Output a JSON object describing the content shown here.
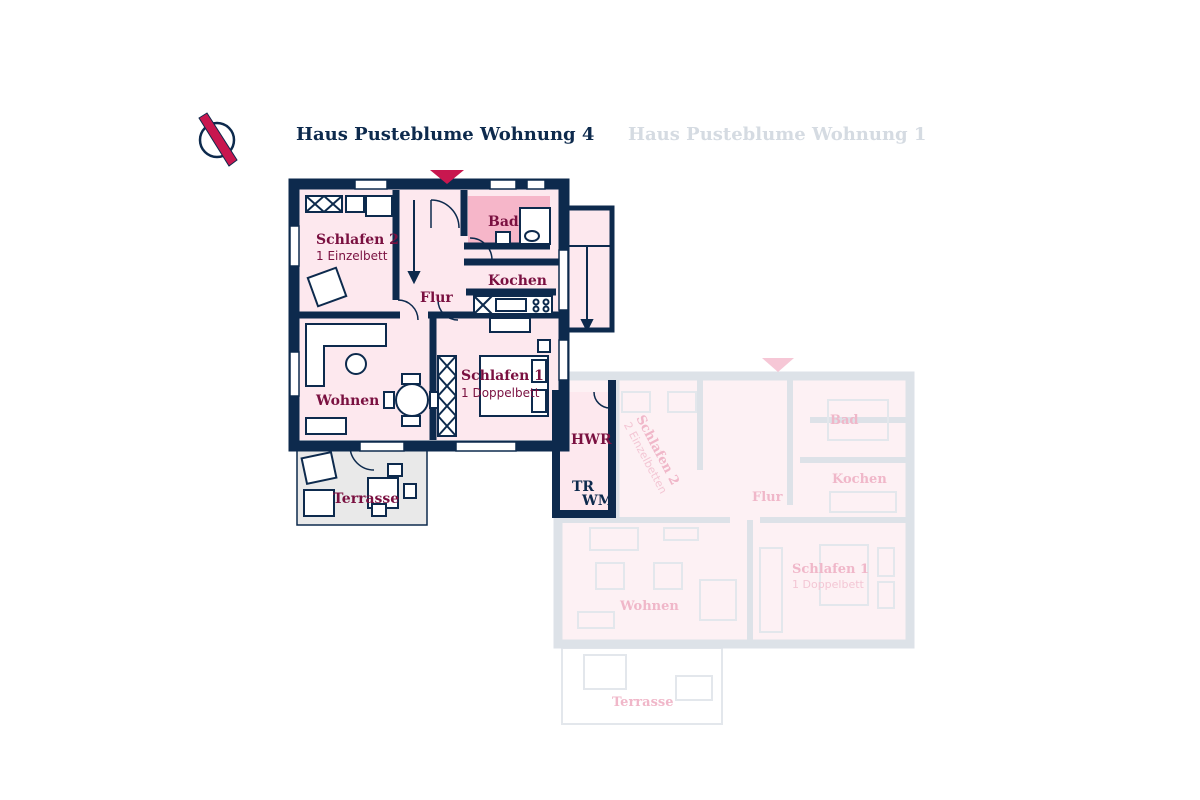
{
  "colors": {
    "wall": "#0d2a4d",
    "room_fill": "#fde8ee",
    "bath_fill": "#f6b6c9",
    "accent": "#c8174f",
    "terrace_fill": "#e9e9e9",
    "ghost_wall": "#dde2e8",
    "ghost_fill": "#fdf1f4",
    "ghost_text": "#f0b7c9"
  },
  "icons": {
    "compass": "north-arrow-icon",
    "entrance": "entrance-triangle-icon"
  },
  "titles": {
    "active": "Haus Pusteblume Wohnung 4",
    "inactive": "Haus Pusteblume Wohnung 1"
  },
  "plan4": {
    "rooms": {
      "schlafen2": "Schlafen 2",
      "schlafen2_beds": "1 Einzelbett",
      "bad": "Bad",
      "flur": "Flur",
      "kochen": "Kochen",
      "schlafen1": "Schlafen 1",
      "schlafen1_beds": "1 Doppelbett",
      "wohnen": "Wohnen",
      "terrasse": "Terrasse",
      "hwr": "HWR",
      "tr": "TR",
      "wm": "WM"
    }
  },
  "plan1": {
    "rooms": {
      "schlafen2": "Schlafen 2",
      "schlafen2_beds": "2 Einzelbetten",
      "bad": "Bad",
      "flur": "Flur",
      "kochen": "Kochen",
      "schlafen1": "Schlafen 1",
      "schlafen1_beds": "1 Doppelbett",
      "wohnen": "Wohnen",
      "terrasse": "Terrasse"
    }
  }
}
